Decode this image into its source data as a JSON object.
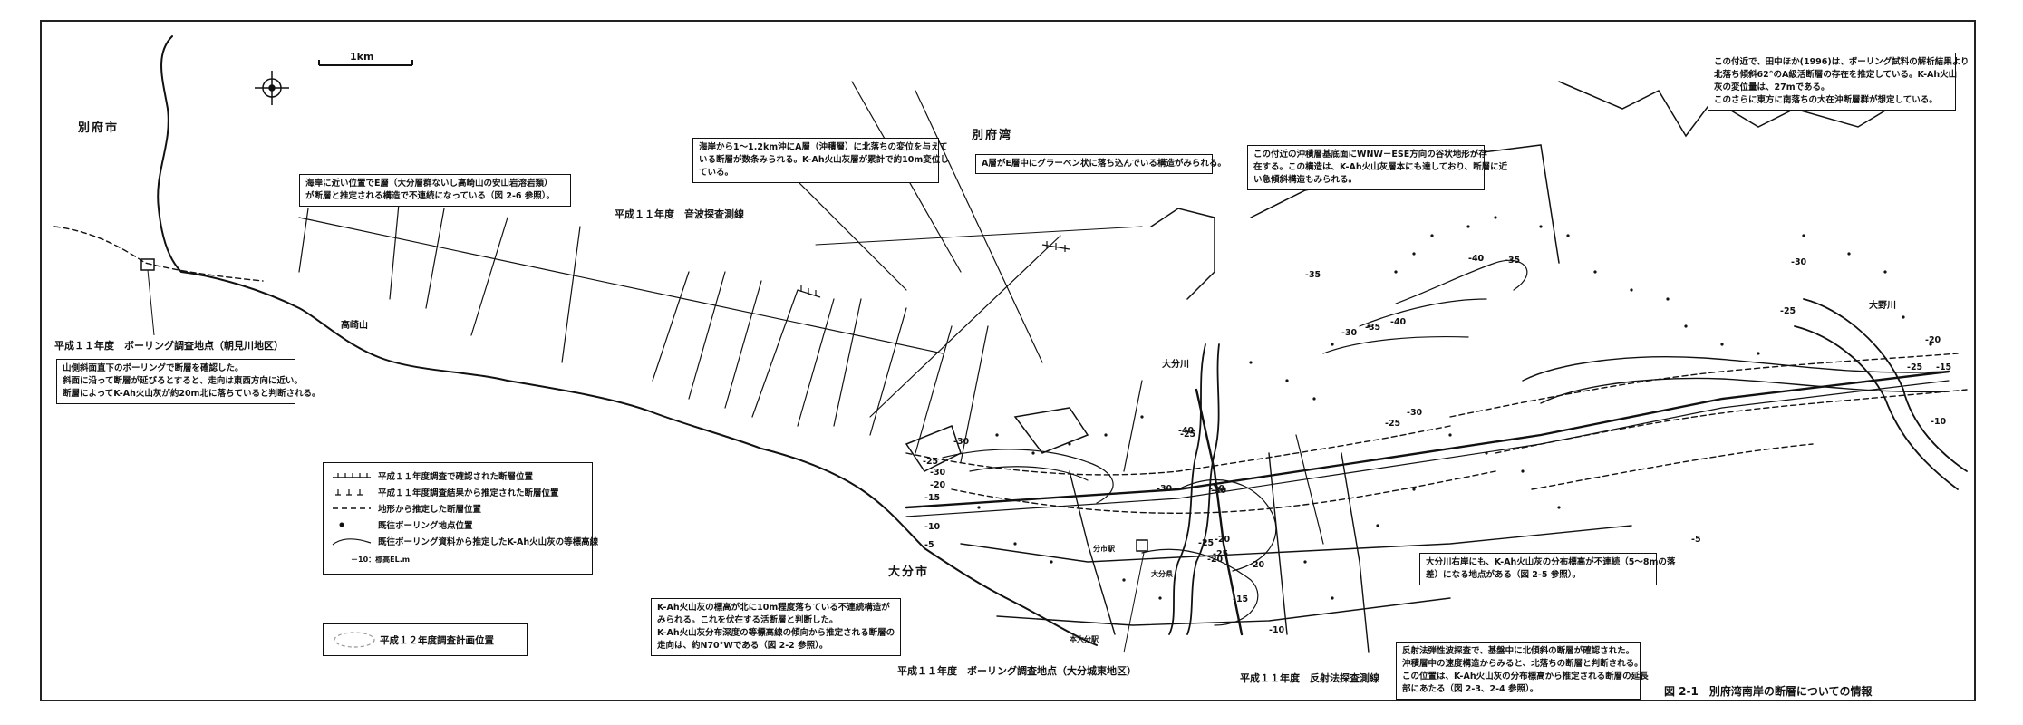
{
  "map": {
    "scale_label": "1km",
    "places": {
      "beppu_city": "別府市",
      "beppu_bay": "別府湾",
      "oita_city": "大分市",
      "takasakiyama": "高崎山",
      "oita_river": "大分川",
      "ono_river": "大野川",
      "kyoto_station_area": "分市駅",
      "oita_school": "大分県",
      "oita_castle": "本大分駅"
    },
    "survey_labels": {
      "sonic_line": "平成１１年度　音波探査測線",
      "boring_asami": "平成１１年度　ボーリング調査地点（朝見川地区）",
      "boring_oita": "平成１１年度　ボーリング調査地点（大分城東地区）",
      "reflection_line": "平成１１年度　反射法探査測線"
    },
    "figure_caption": "図 2-1　別府湾南岸の断層についての情報",
    "notes": {
      "asami": [
        "山側斜面直下のボーリングで断層を確認した。",
        "斜面に沿って断層が延びるとすると、走向は東西方向に近い。",
        "断層によってK-Ah火山灰が約20m北に落ちていると判断される。"
      ],
      "coast": [
        "海岸に近い位置でE層（大分層群ないし高崎山の安山岩溶岩類）",
        "が断層と推定される構造で不連続になっている（図 2-6 参照）。"
      ],
      "offshore": [
        "海岸から1～1.2km沖にA層（沖積層）に北落ちの変位を与えて",
        "いる断層が数条みられる。K-Ah火山灰層が累計で約10m変位し",
        "ている。"
      ],
      "graben": [
        "A層がE層中にグラーベン状に落ち込んでいる構造がみられる。"
      ],
      "wnw": [
        "この付近の沖積層基底面にWNW－ESE方向の谷状地形が存",
        "在する。この構造は、K-Ah火山灰層本にも達しており、断層に近",
        "い急傾斜構造もみられる。"
      ],
      "tanaka": [
        "この付近で、田中ほか(1996)は、ボーリング試料の解析結果より",
        "北落ち傾斜62°のA級活断層の存在を推定している。K-Ah火山",
        "灰の変位量は、27mである。",
        "このさらに東方に南落ちの大在沖断層群が想定している。"
      ],
      "kah_contour": [
        "K-Ah火山灰の標高が北に10m程度落ちている不連続構造が",
        "みられる。これを伏在する活断層と判断した。",
        "K-Ah火山灰分布深度の等標高線の傾向から推定される断層の",
        "走向は、約N70°Wである（図 2-2 参照）。"
      ],
      "oita_right_bank": [
        "大分川右岸にも、K-Ah火山灰の分布標高が不連続（5～8mの落",
        "差）になる地点がある（図 2-5 参照）。"
      ],
      "reflection": [
        "反射法弾性波探査で、基盤中に北傾斜の断層が確認された。",
        "沖積層中の速度構造からみると、北落ちの断層と判断される。",
        "この位置は、K-Ah火山灰の分布標高から推定される断層の延長",
        "部にあたる（図 2-3、2-4 参照）。"
      ]
    },
    "contours": [
      "-40",
      "-35",
      "-40",
      "-30",
      "-35",
      "-30",
      "-25",
      "-25",
      "-30",
      "-25",
      "-20",
      "-15",
      "-10",
      "-5",
      "-30",
      "-25",
      "-30",
      "-30",
      "-20",
      "-25",
      "-20",
      "-15",
      "-10",
      "-5",
      "-30",
      "-20",
      "-25",
      "-15",
      "-10",
      "-20",
      "-25",
      "-30",
      "-35",
      "-40",
      "-40"
    ],
    "legend": {
      "items": [
        "平成１１年度調査で確認された断層位置",
        "平成１１年度調査結果から推定された断層位置",
        "地形から推定した断層位置",
        "既往ボーリング地点位置",
        "既往ボーリング資料から推定したK-Ah火山灰の等標高線",
        "－10：標高EL.m"
      ]
    },
    "plan_label": "平成１２年度調査計画位置"
  }
}
